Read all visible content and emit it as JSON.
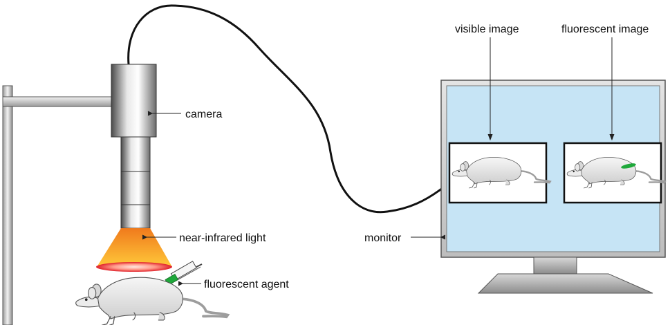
{
  "labels": {
    "camera": "camera",
    "near_infrared_light": "near-infrared light",
    "fluorescent_agent": "fluorescent agent",
    "monitor": "monitor",
    "visible_image": "visible image",
    "fluorescent_image": "fluorescent image"
  },
  "colors": {
    "screen": "#c6e4f5",
    "light_top": "#f58a1f",
    "light_bottom": "#ffcc33",
    "light_ring": "#e8262a",
    "fluorescence": "#1ea83a",
    "monitor_frame": "#d0d0d0",
    "mouse_body": "#e6e6e6",
    "tail": "#b3b3b3"
  }
}
